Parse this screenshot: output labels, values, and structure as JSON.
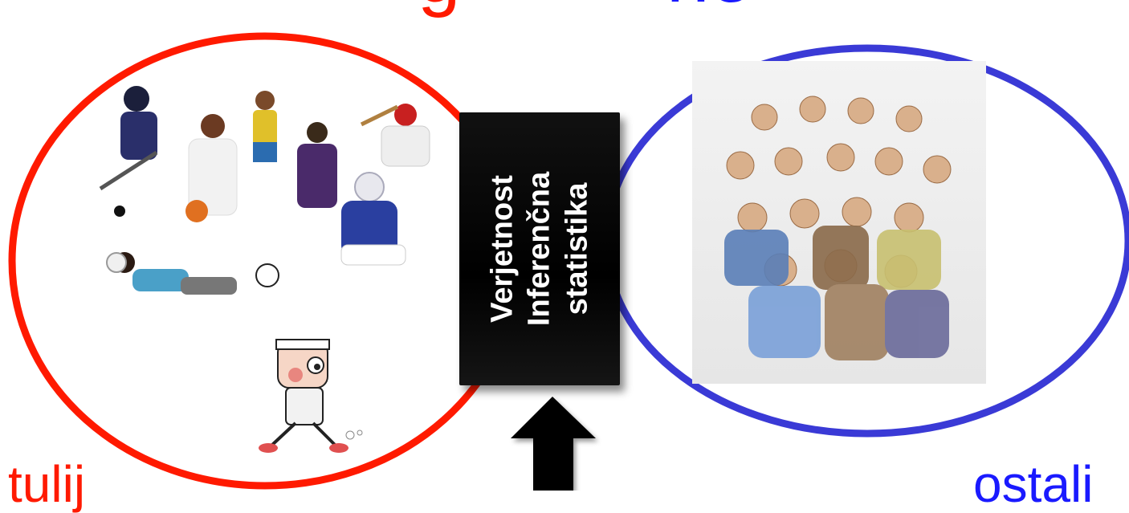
{
  "top_text": {
    "left": "g",
    "right": "ne"
  },
  "bottom_text": {
    "left": "tulij",
    "right": "ostali"
  },
  "inference_box": {
    "line1": "Verjetnost",
    "line2": "Inferenčna",
    "line3": "statistika"
  },
  "images": {
    "athletes": "sports-athletes-collage",
    "runner": "cartoon-runner",
    "crowd": "cheering-crowd-photo"
  },
  "colors": {
    "sample_circle": "#ff1a00",
    "population_circle": "#3a3ad6",
    "box": "#000000",
    "arrow": "#000000"
  }
}
